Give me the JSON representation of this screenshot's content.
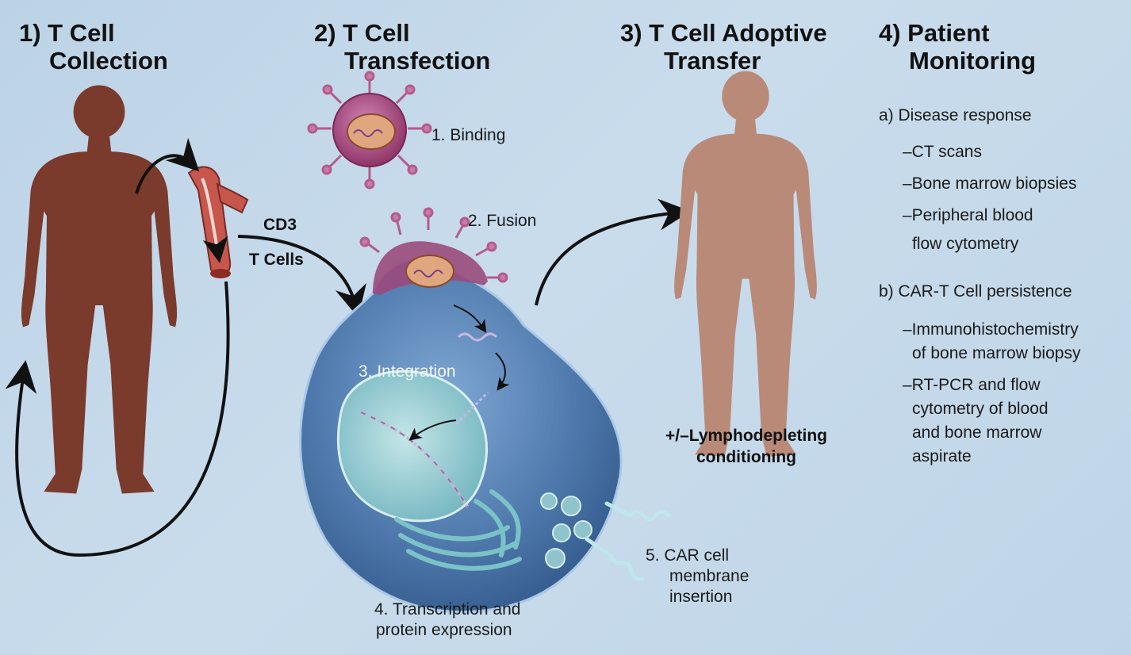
{
  "headings": {
    "step1": [
      "1) T Cell",
      "Collection"
    ],
    "step2": [
      "2) T Cell",
      "Transfection"
    ],
    "step3": [
      "3) T Cell Adoptive",
      "Transfer"
    ],
    "step4": [
      "4) Patient",
      "Monitoring"
    ]
  },
  "collection": {
    "cd3_label": "CD3",
    "tcells_label": "T Cells"
  },
  "transfection": {
    "binding": "1. Binding",
    "fusion": "2. Fusion",
    "integration": "3. Integration",
    "transcription": [
      "4. Transcription and",
      "protein expression"
    ],
    "membrane": [
      "5. CAR cell",
      "membrane",
      "insertion"
    ]
  },
  "transfer": {
    "conditioning": [
      "+/–Lymphodepleting",
      "conditioning"
    ]
  },
  "monitoring": {
    "disease_response": "a) Disease response",
    "disease_items": [
      "–CT scans",
      "–Bone marrow biopsies",
      "–Peripheral blood",
      "flow cytometry"
    ],
    "persistence": "b) CAR-T Cell persistence",
    "persistence_items": [
      "–Immunohistochemistry",
      "of bone marrow biopsy",
      "–RT-PCR and flow",
      "cytometry of blood",
      "and bone marrow",
      "aspirate"
    ]
  },
  "colors": {
    "patient_collection": "#7a3a2c",
    "patient_transfer": "#b98a78",
    "cell_body": "#5a86b8",
    "nucleus": "#9fd0d4",
    "virus": "#a8457e"
  }
}
